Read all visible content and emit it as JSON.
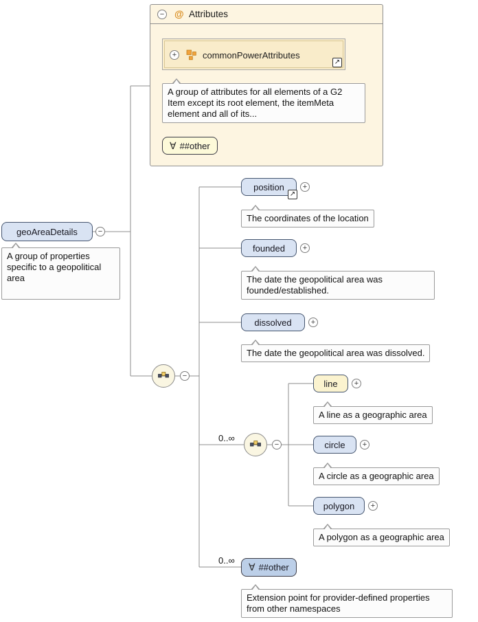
{
  "colors": {
    "element_fill": "#d9e3f3",
    "element_border": "#44546e",
    "element_fill_highlight": "#fbf3cf",
    "attributes_panel_fill": "#fdf5e1",
    "attribute_group_fill": "#f9ecca",
    "wildcard_yellow_fill": "#fdfad9",
    "wildcard_blue_fill": "#bccfe8",
    "doc_bubble_fill": "#fcfcfc",
    "connector_line": "#8c8c8c",
    "accent_orange": "#d98c1f"
  },
  "attributes_panel": {
    "collapse_icon": "−",
    "at_icon": "@",
    "title": "Attributes",
    "group_ref": {
      "expand_icon": "+",
      "label": "commonPowerAttributes",
      "open_icon": "↗",
      "doc": "A group of attributes for all elements of a G2 Item except its root element, the itemMeta element and all of its..."
    },
    "wildcard": {
      "symbol": "∀",
      "label": "##other"
    }
  },
  "root": {
    "label": "geoAreaDetails",
    "collapse_icon": "−",
    "doc": "A group of properties specific to a geopolitical area"
  },
  "sequence": {
    "collapse_icon": "−"
  },
  "children": [
    {
      "label": "position",
      "expand_icon": "+",
      "open_icon": "↗",
      "doc": "The coordinates of the location"
    },
    {
      "label": "founded",
      "expand_icon": "+",
      "doc": "The date the geopolitical area was founded/established."
    },
    {
      "label": "dissolved",
      "expand_icon": "+",
      "doc": "The date the geopolitical area was dissolved."
    }
  ],
  "choice": {
    "cardinality": "0..∞",
    "collapse_icon": "−",
    "children": [
      {
        "label": "line",
        "expand_icon": "+",
        "doc": "A line as a geographic area"
      },
      {
        "label": "circle",
        "expand_icon": "+",
        "doc": "A circle as a geographic area"
      },
      {
        "label": "polygon",
        "expand_icon": "+",
        "doc": "A polygon as a geographic area"
      }
    ]
  },
  "wildcard": {
    "cardinality": "0..∞",
    "symbol": "∀",
    "label": "##other",
    "doc": "Extension point for provider-defined properties from other namespaces"
  }
}
